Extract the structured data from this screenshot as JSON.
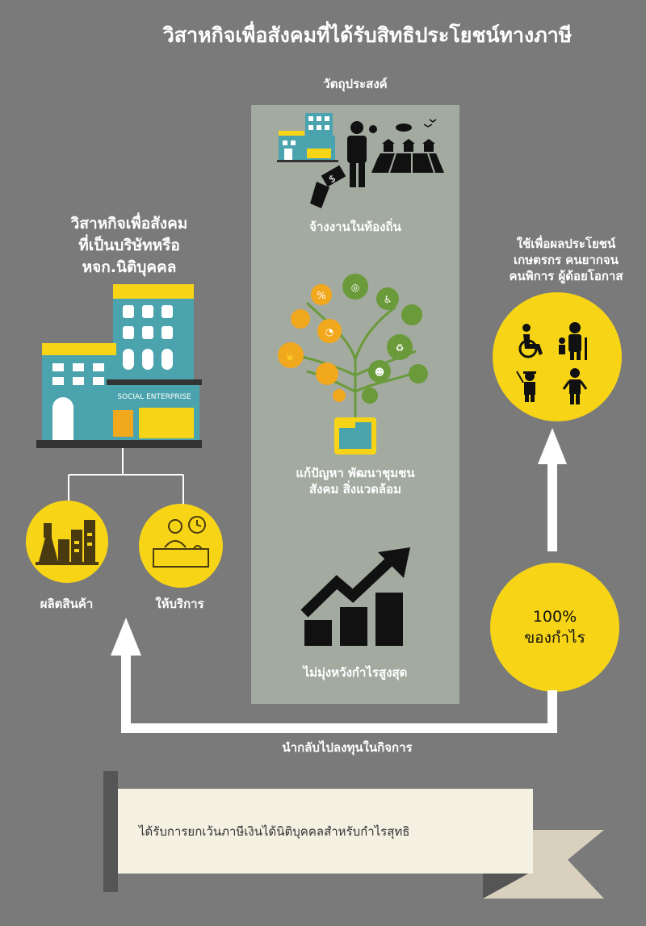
{
  "title": "วิสาหกิจเพื่อสังคมที่ได้รับสิทธิประโยชน์ทางภาษี",
  "objective_label": "วัตถุประสงค์",
  "objectives": {
    "local_employment": "จ้างงานในท้องถิ่น",
    "solve_problems_line1": "แก้ปัญหา พัฒนาชุมชน",
    "solve_problems_line2": "สังคม สิ่งแวดล้อม",
    "not_max_profit": "ไม่มุ่งหวังกำไรสูงสุด"
  },
  "enterprise": {
    "heading_line1": "วิสาหกิจเพื่อสังคม",
    "heading_line2": "ที่เป็นบริษัทหรือ",
    "heading_line3": "หจก.นิติบุคคล",
    "sign": "SOCIAL ENTERPRISE",
    "produce_goods": "ผลิตสินค้า",
    "provide_service": "ให้บริการ"
  },
  "beneficiaries": {
    "line1": "ใช้เพื่อผลประโยชน์",
    "line2": "เกษตรกร คนยากจน",
    "line3": "คนพิการ ผู้ด้อยโอกาส"
  },
  "profit": {
    "percent": "100%",
    "label": "ของกำไร"
  },
  "reinvest": "นำกลับไปลงทุนในกิจการ",
  "exemption": "ได้รับการยกเว้นภาษีเงินได้นิติบุคคลสำหรับกำไรสุทธิ",
  "colors": {
    "background": "#7a7a7a",
    "panel": "#a3aaa0",
    "accent_yellow": "#f7d516",
    "teal": "#4aa3ad",
    "ribbon": "#f4f1e3",
    "ribbon_tail": "#d9d0be",
    "ribbon_dark": "#555555"
  }
}
